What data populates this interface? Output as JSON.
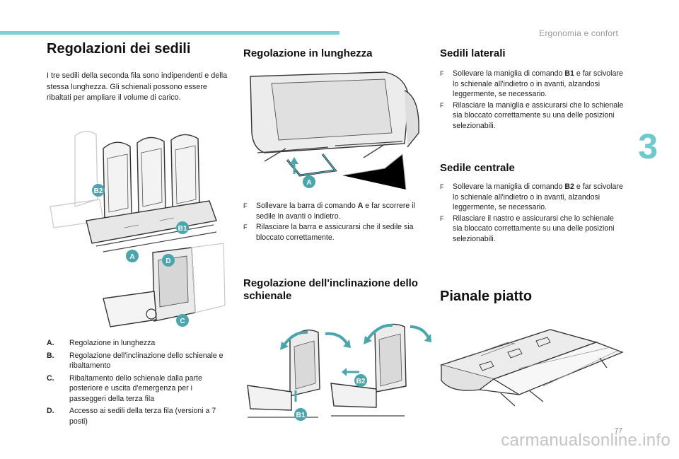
{
  "header": {
    "section_title": "Ergonomia e confort",
    "chapter_number": "3",
    "page_number": "77",
    "watermark": "carmanualsonline.info"
  },
  "left": {
    "title": "Regolazioni dei sedili",
    "intro": "I tre sedili della seconda fila sono indipendenti e della stessa lunghezza. Gli schienali possono essere ribaltati per ampliare il volume di carico.",
    "figure_labels": [
      "B2",
      "B1",
      "A",
      "D",
      "C"
    ],
    "legend": [
      {
        "letter": "A.",
        "text": "Regolazione in lunghezza"
      },
      {
        "letter": "B.",
        "text": "Regolazione dell'inclinazione dello schienale e ribaltamento"
      },
      {
        "letter": "C.",
        "text": "Ribaltamento dello schienale dalla parte posteriore e uscita d'emergenza per i passeggeri della terza fila"
      },
      {
        "letter": "D.",
        "text": "Accesso ai sedili della terza fila (versioni a 7 posti)"
      }
    ]
  },
  "middle": {
    "length_title": "Regolazione in lunghezza",
    "length_figure_label": "A",
    "length_bullets": [
      {
        "pre": "Sollevare la barra di comando ",
        "bold": "A",
        "post": " e far scorrere il sedile in avanti o indietro."
      },
      {
        "pre": "Rilasciare la barra e assicurarsi che il sedile sia bloccato correttamente.",
        "bold": "",
        "post": ""
      }
    ],
    "incline_title": "Regolazione dell'inclinazione dello schienale",
    "incline_figure_labels": [
      "B1",
      "B2"
    ]
  },
  "right": {
    "lateral_title": "Sedili laterali",
    "lateral_bullets": [
      {
        "pre": "Sollevare la maniglia di comando ",
        "bold": "B1",
        "post": " e far scivolare lo schienale all'indietro o in avanti, alzandosi leggermente, se necessario."
      },
      {
        "pre": "Rilasciare la maniglia e assicurarsi che lo schienale sia bloccato correttamente su una delle posizioni selezionabili.",
        "bold": "",
        "post": ""
      }
    ],
    "central_title": "Sedile centrale",
    "central_bullets": [
      {
        "pre": "Sollevare la maniglia di comando ",
        "bold": "B2",
        "post": " e far scivolare lo schienale all'indietro o in avanti, alzandosi leggermente, se necessario."
      },
      {
        "pre": "Rilasciare il nastro e assicurarsi che lo schienale sia bloccato correttamente su una delle posizioni selezionabili.",
        "bold": "",
        "post": ""
      }
    ],
    "flat_title": "Pianale piatto"
  },
  "bullet_marker": "F",
  "colors": {
    "accent": "#6cc9cf",
    "label_circle": "#4aa6ad",
    "arrow": "#4aa6ad"
  }
}
